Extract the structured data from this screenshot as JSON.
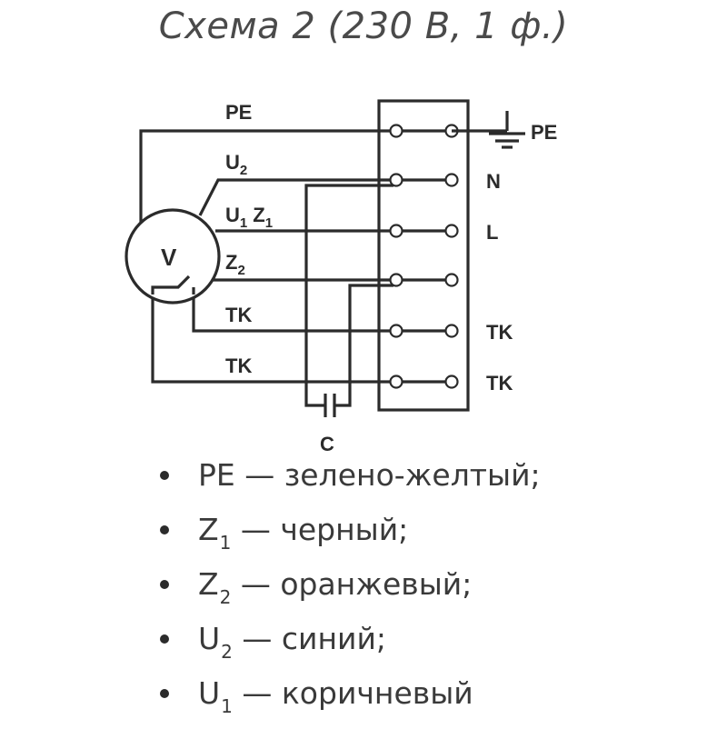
{
  "title": "Схема 2 (230 В, 1 ф.)",
  "diagram": {
    "motor_label": "V",
    "wire_labels": {
      "pe": "PE",
      "u2": "U",
      "u2_sub": "2",
      "u1": "U",
      "u1_sub": "1",
      "z1": "Z",
      "z1_sub": "1",
      "z2": "Z",
      "z2_sub": "2",
      "tk1": "TK",
      "tk2": "TK"
    },
    "terminal_labels": [
      "PE",
      "N",
      "L",
      "TK",
      "TK"
    ],
    "capacitor_label": "C"
  },
  "legend": [
    {
      "symbol": "PE",
      "sub": "",
      "text": " — зелено-желтый;"
    },
    {
      "symbol": "Z",
      "sub": "1",
      "text": " — черный;"
    },
    {
      "symbol": "Z",
      "sub": "2",
      "text": " — оранжевый;"
    },
    {
      "symbol": "U",
      "sub": "2",
      "text": " — синий;"
    },
    {
      "symbol": "U",
      "sub": "1",
      "text": " — коричневый"
    }
  ]
}
